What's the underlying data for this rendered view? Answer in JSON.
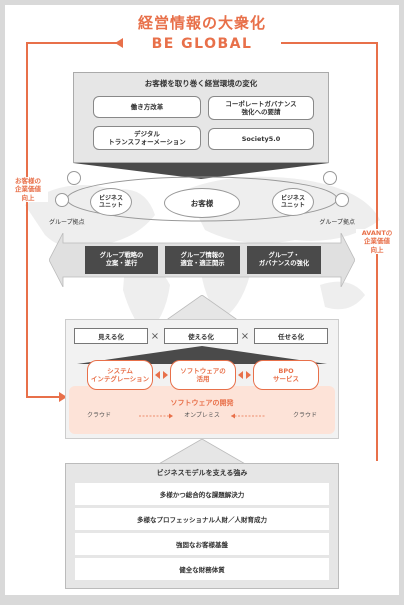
{
  "header": {
    "title": "経営情報の大衆化",
    "subtitle": "BE GLOBAL"
  },
  "environment": {
    "title": "お客様を取り巻く経営環境の変化",
    "items": [
      "働き方改革",
      "コーポレートガバナンス\n強化への要請",
      "デジタル\nトランスフォーメーション",
      "Society5.0"
    ]
  },
  "customer_ring": {
    "center": "お客様",
    "left_unit": "ビジネス\nユニット",
    "right_unit": "ビジネス\nユニット",
    "left_base": "グループ拠点",
    "right_base": "グループ拠点"
  },
  "side_labels": {
    "left": "お客様の\n企業価値\n向上",
    "right": "AVANTの\n企業価値\n向上"
  },
  "group_functions": [
    "グループ戦略の\n立案・遂行",
    "グループ情報の\n適宜・適正開示",
    "グループ・\nガバナンスの強化"
  ],
  "value_row": {
    "items": [
      "見える化",
      "使える化",
      "任せる化"
    ],
    "separator": "×"
  },
  "services": [
    "システム\nインテグレーション",
    "ソフトウェアの\n活用",
    "BPO\nサービス"
  ],
  "software_dev": {
    "title": "ソフトウェアの開発",
    "cloud_left": "クラウド",
    "onprem": "オンプレミス",
    "cloud_right": "クラウド"
  },
  "business_model": {
    "title": "ビジネスモデルを支える強み",
    "items": [
      "多様かつ総合的な課題解決力",
      "多様なプロフェッショナル人財／人財育成力",
      "強固なお客様基盤",
      "健全な財務体質"
    ]
  },
  "colors": {
    "accent": "#e8704a",
    "dark": "#4a4a4a",
    "panel_gray": "#e6e6e6",
    "pink": "#fde3d8"
  }
}
